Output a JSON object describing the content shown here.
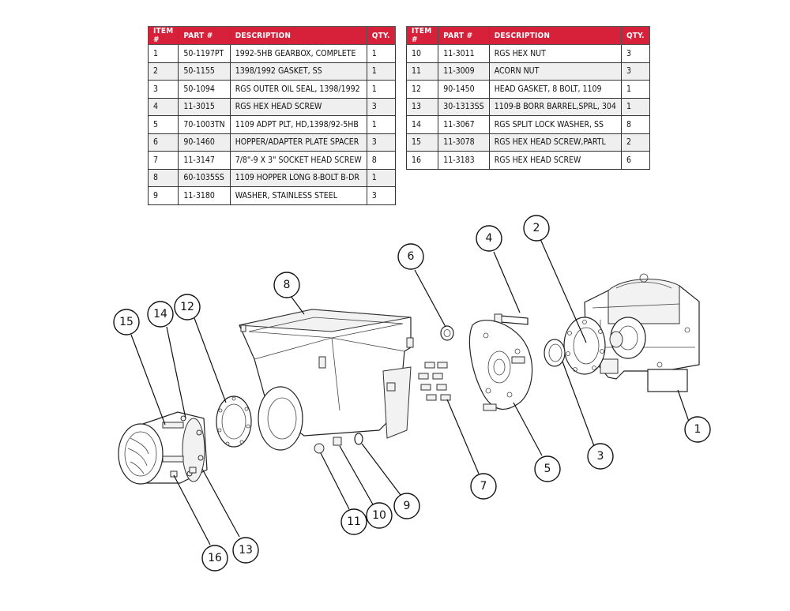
{
  "table_headers": {
    "item": "ITEM #",
    "part": "PART #",
    "description": "DESCRIPTION",
    "qty": "QTY."
  },
  "parts": [
    {
      "item": "1",
      "part": "50-1197PT",
      "description": "1992-5HB GEARBOX, COMPLETE",
      "qty": "1"
    },
    {
      "item": "2",
      "part": "50-1155",
      "description": "1398/1992 GASKET, SS",
      "qty": "1"
    },
    {
      "item": "3",
      "part": "50-1094",
      "description": "RGS OUTER OIL SEAL, 1398/1992",
      "qty": "1"
    },
    {
      "item": "4",
      "part": "11-3015",
      "description": "RGS HEX HEAD SCREW",
      "qty": "3"
    },
    {
      "item": "5",
      "part": "70-1003TN",
      "description": "1109 ADPT PLT, HD,1398/92-5HB",
      "qty": "1"
    },
    {
      "item": "6",
      "part": "90-1460",
      "description": "HOPPER/ADAPTER PLATE SPACER",
      "qty": "3"
    },
    {
      "item": "7",
      "part": "11-3147",
      "description": "7/8\"-9 X 3\" SOCKET HEAD SCREW",
      "qty": "8"
    },
    {
      "item": "8",
      "part": "60-1035SS",
      "description": "1109 HOPPER LONG 8-BOLT B-DR",
      "qty": "1"
    },
    {
      "item": "9",
      "part": "11-3180",
      "description": "WASHER, STAINLESS STEEL",
      "qty": "3"
    },
    {
      "item": "10",
      "part": "11-3011",
      "description": "RGS HEX NUT",
      "qty": "3"
    },
    {
      "item": "11",
      "part": "11-3009",
      "description": "ACORN NUT",
      "qty": "3"
    },
    {
      "item": "12",
      "part": "90-1450",
      "description": "HEAD GASKET, 8 BOLT, 1109",
      "qty": "1"
    },
    {
      "item": "13",
      "part": "30-1313SS",
      "description": "1109-B BORR BARREL,SPRL, 304",
      "qty": "1"
    },
    {
      "item": "14",
      "part": "11-3067",
      "description": "RGS SPLIT LOCK WASHER, SS",
      "qty": "8"
    },
    {
      "item": "15",
      "part": "11-3078",
      "description": "RGS HEX HEAD SCREW,PARTL",
      "qty": "2"
    },
    {
      "item": "16",
      "part": "11-3183",
      "description": "RGS HEX HEAD SCREW",
      "qty": "6"
    }
  ],
  "callouts": [
    "1",
    "2",
    "3",
    "4",
    "5",
    "6",
    "7",
    "8",
    "9",
    "10",
    "11",
    "12",
    "13",
    "14",
    "15",
    "16"
  ],
  "accent_color": "#d7203a"
}
